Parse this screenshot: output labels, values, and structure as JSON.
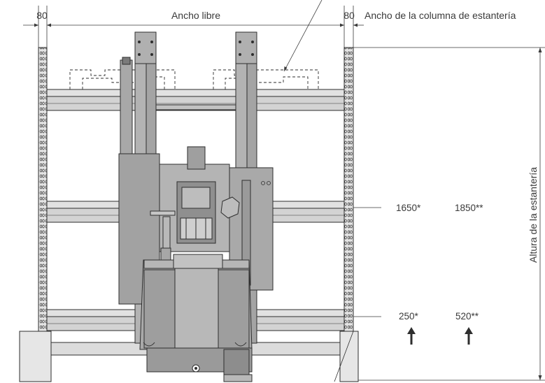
{
  "labels": {
    "col_left_width": "80",
    "free_width": "Ancho libre",
    "col_right_width": "80",
    "column_width": "Ancho de la columna de estantería",
    "shelf_height": "Altura de la estantería",
    "height_1": "1650*",
    "height_2": "1850**",
    "height_3": "250*",
    "height_4": "520**"
  },
  "colors": {
    "machine": "#a9a9a9",
    "machine_dark": "#8e8e8e",
    "shelf": "#d9d9d9",
    "line": "#2e2e2e"
  }
}
